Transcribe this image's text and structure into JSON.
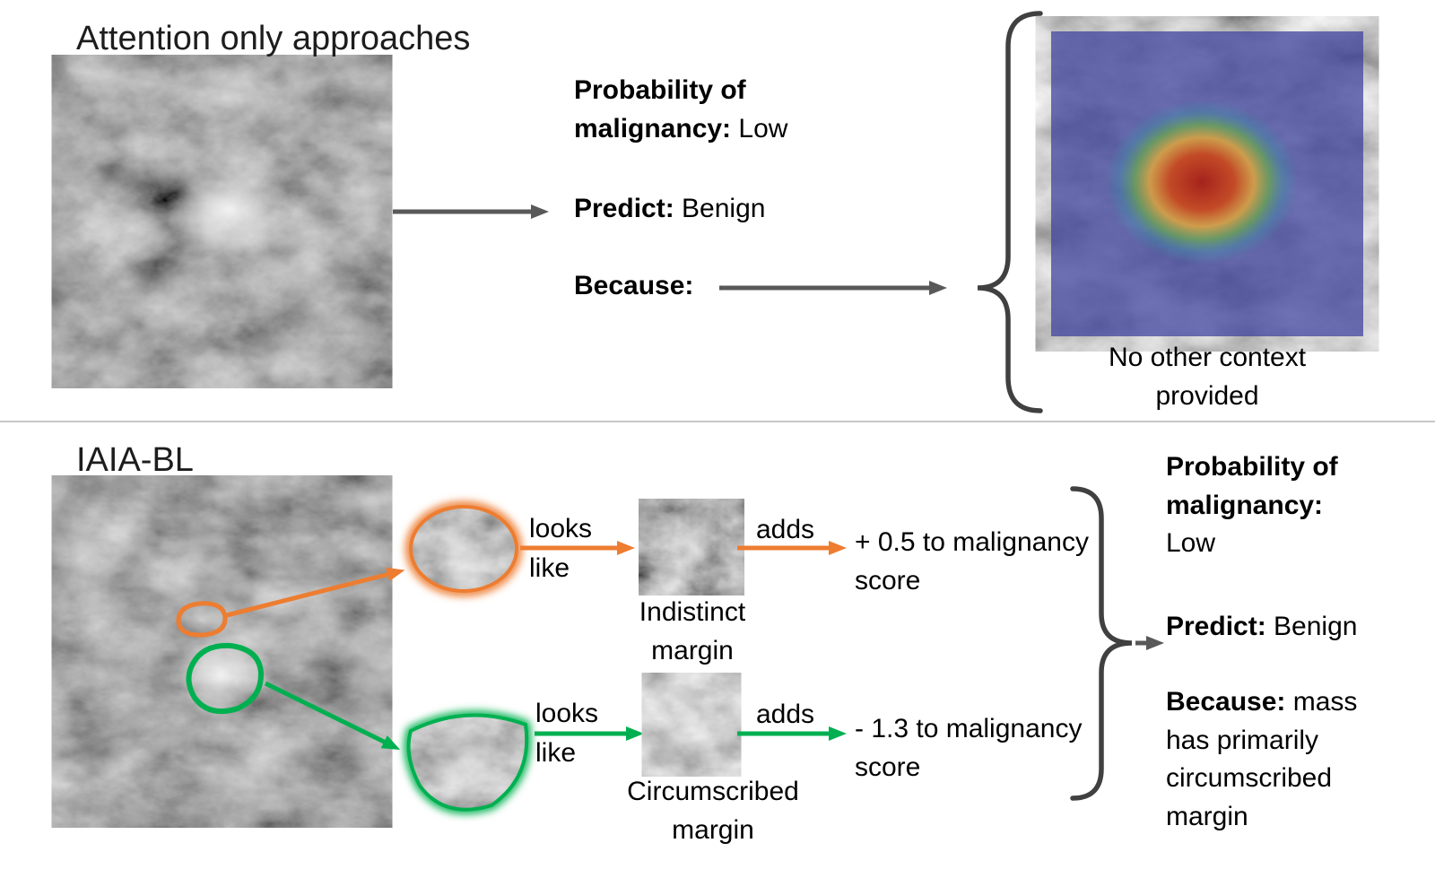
{
  "top": {
    "title": "Attention only approaches",
    "prob_label": "Probability of malignancy:",
    "prob_value": "Low",
    "predict_label": "Predict:",
    "predict_value": "Benign",
    "because_label": "Because:",
    "heatmap_caption": "No other context provided"
  },
  "bottom": {
    "title": "IAIA-BL",
    "rows": [
      {
        "relation": "looks like",
        "patch_caption": "Indistinct margin",
        "adds": "adds",
        "score": "+ 0.5 to malignancy score"
      },
      {
        "relation": "looks like",
        "patch_caption": "Circumscribed margin",
        "adds": "adds",
        "score": "- 1.3 to malignancy score"
      }
    ],
    "result": {
      "prob_label": "Probability of malignancy:",
      "prob_value": "Low",
      "predict_label": "Predict:",
      "predict_value": "Benign",
      "because_label": "Because:",
      "because_value": "mass has primarily circumscribed margin"
    }
  },
  "colors": {
    "orange": "#ED7D31",
    "green": "#00B050",
    "arrow_gray": "#595959",
    "brace_gray": "#404040",
    "divider_gray": "#c8c8c8",
    "heatmap_blue": "#3a3f9b"
  }
}
